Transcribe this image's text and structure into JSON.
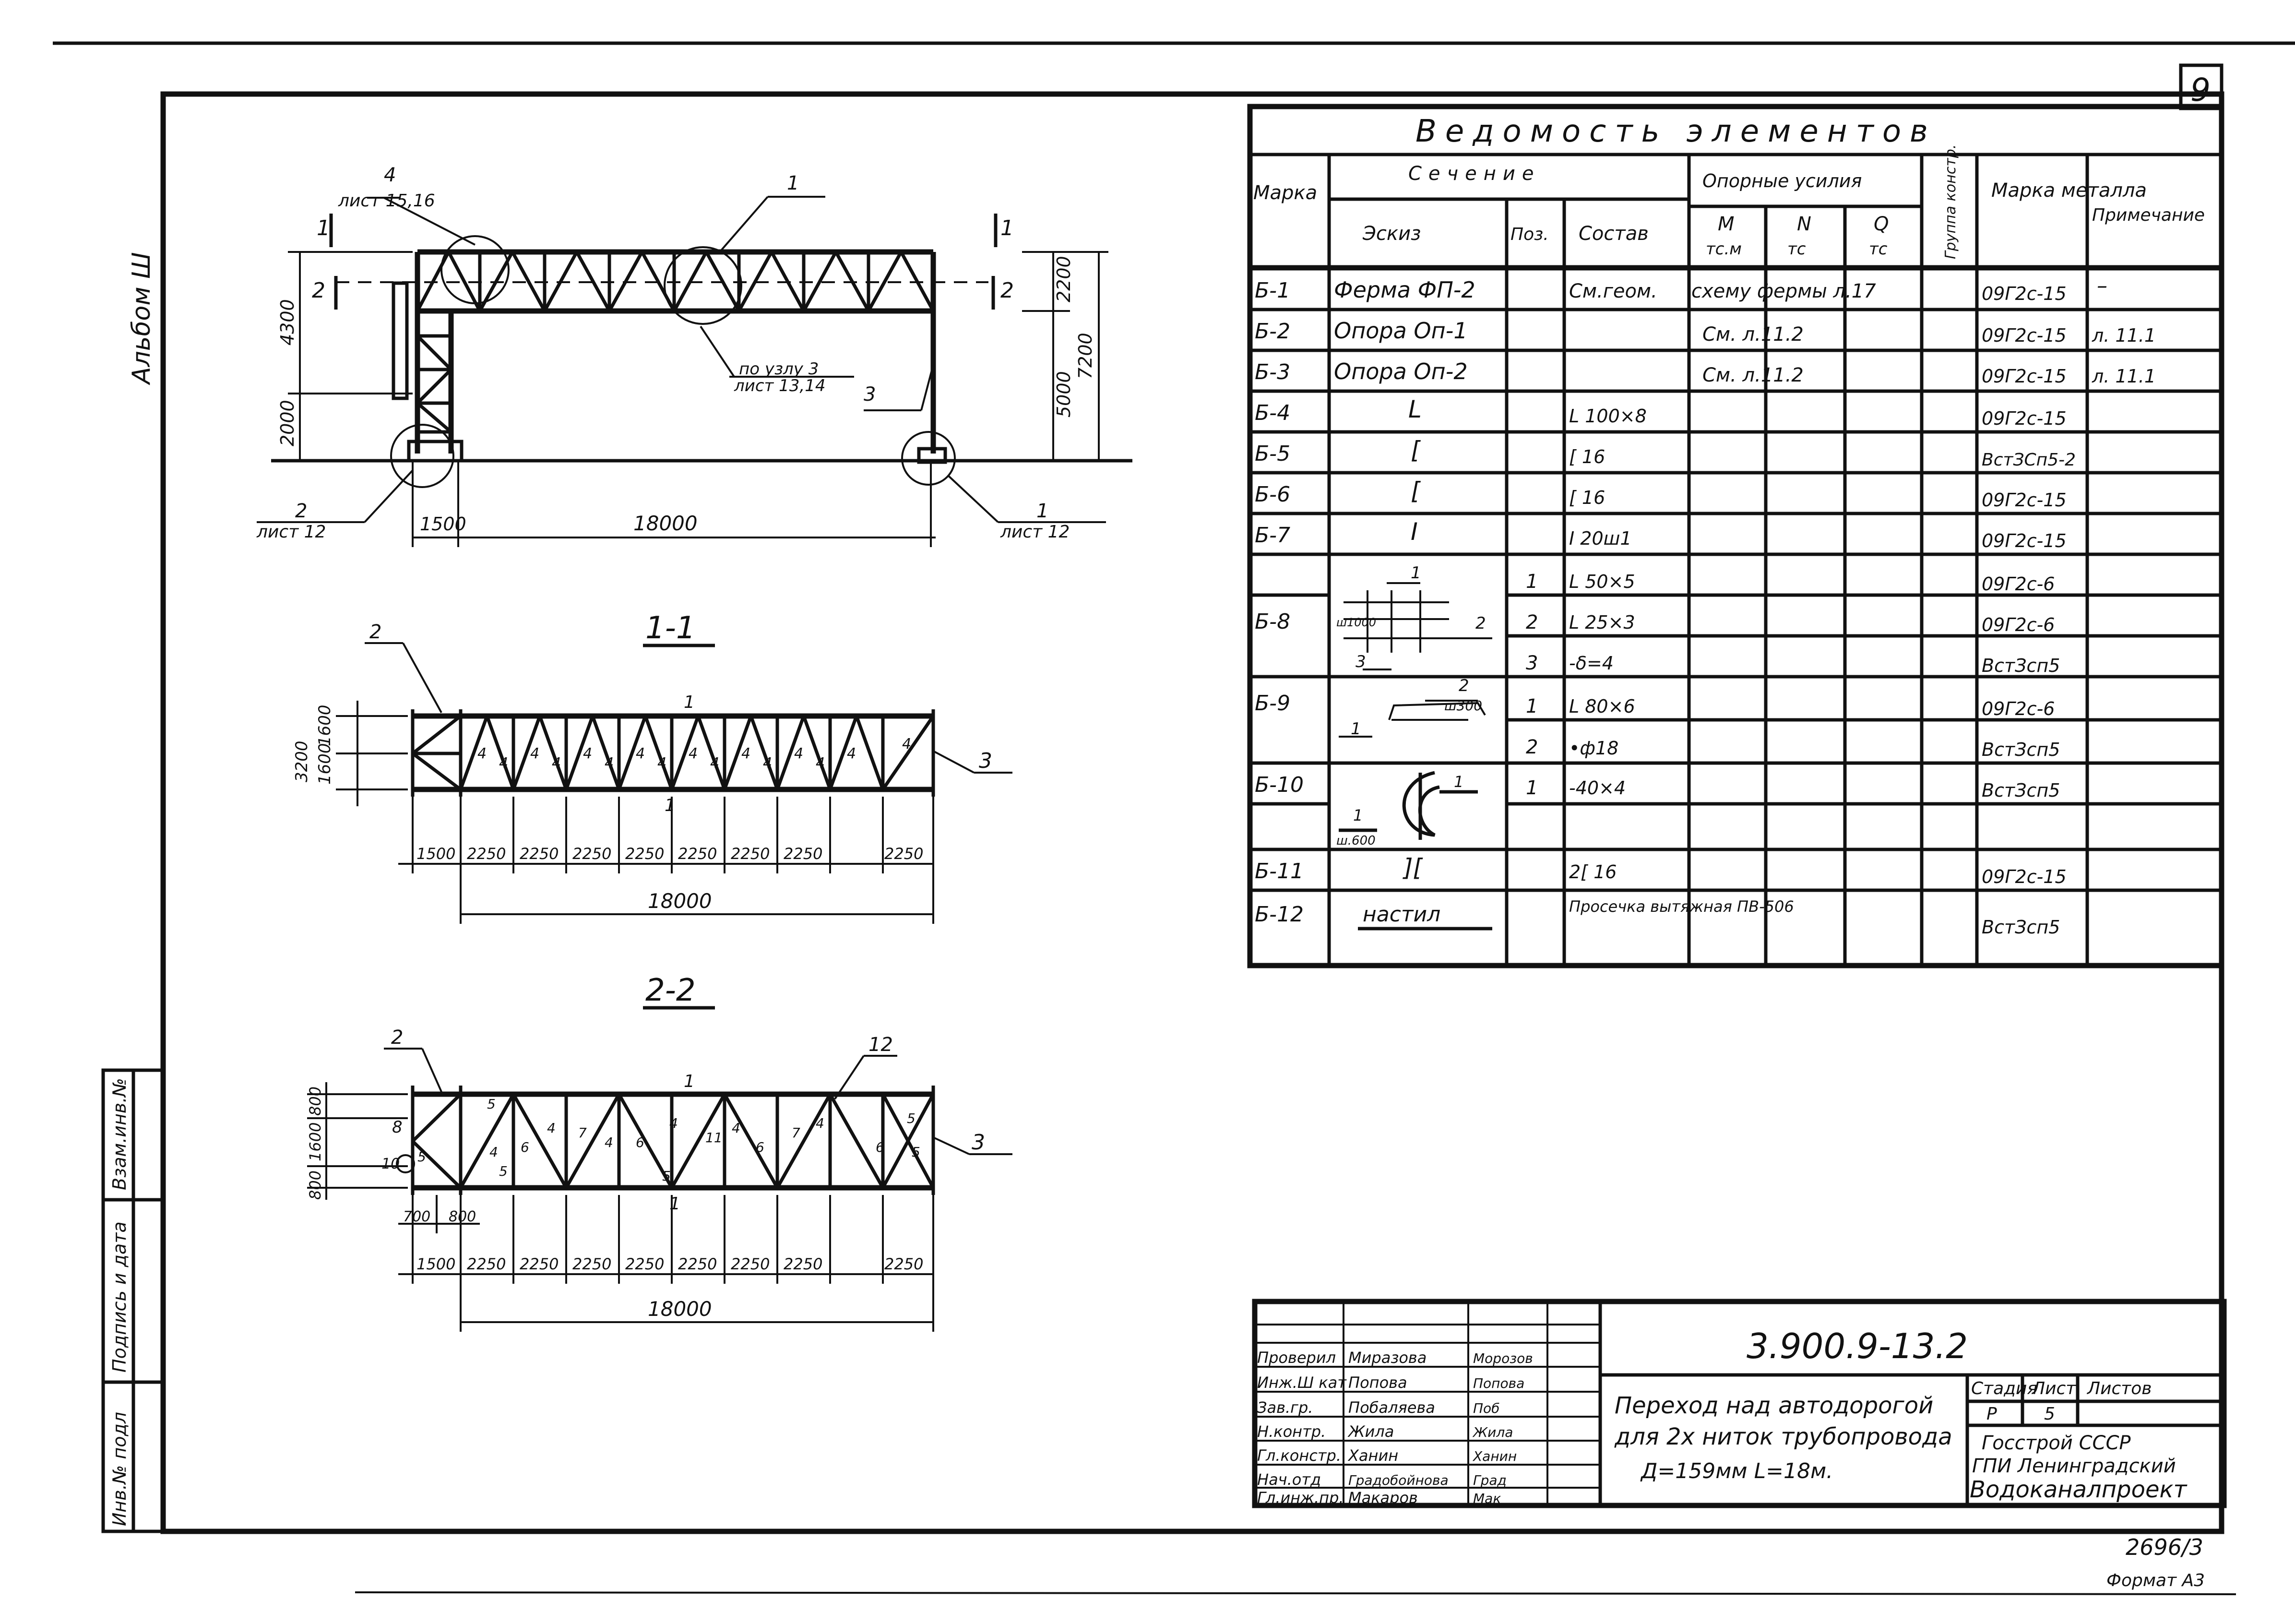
{
  "sheet": {
    "number": "9",
    "album": "Альбом Ш",
    "album_side_labels": [
      "Взам.инв.№",
      "Подпись и дата",
      "Инв.№ подл"
    ],
    "bottom_codes": [
      "2696/3",
      "Формат А3"
    ]
  },
  "elevation": {
    "callouts": [
      "4",
      "лист 15,16",
      "1",
      "по узлу 3",
      "лист 13,14",
      "3",
      "2",
      "лист 12",
      "1",
      "лист 12"
    ],
    "section_marks": [
      "1",
      "1",
      "2",
      "2"
    ],
    "dims_left": [
      "4300",
      "2000"
    ],
    "dims_right": [
      "2200",
      "5000",
      "7200"
    ],
    "dims_bottom": [
      "1500",
      "18000"
    ]
  },
  "section11": {
    "title": "1-1",
    "callouts": [
      "2",
      "1",
      "1",
      "3"
    ],
    "dims_left": [
      "3200",
      "1600",
      "1600"
    ],
    "member_marks": [
      "4"
    ],
    "panel_dims": [
      "1500",
      "2250",
      "2250",
      "2250",
      "2250",
      "2250",
      "2250",
      "2250",
      "2250"
    ],
    "total": "18000"
  },
  "section22": {
    "title": "2-2",
    "callouts": [
      "2",
      "12",
      "1",
      "1",
      "3",
      "8",
      "10"
    ],
    "dims_left": [
      "800",
      "1600",
      "800"
    ],
    "member_marks": [
      "5",
      "4",
      "6",
      "7",
      "11"
    ],
    "small_dims": [
      "700",
      "800"
    ],
    "panel_dims": [
      "1500",
      "2250",
      "2250",
      "2250",
      "2250",
      "2250",
      "2250",
      "2250",
      "2250"
    ],
    "total": "18000"
  },
  "table": {
    "title": "Ведомость элементов",
    "head": {
      "mark": "Марка",
      "section": "Сечение",
      "sketch": "Эскиз",
      "pos": "Поз.",
      "comp": "Состав",
      "forces": "Опорные усилия",
      "m": "М",
      "m_u": "тс.м",
      "n": "N",
      "n_u": "тс",
      "q": "Q",
      "q_u": "тс",
      "group": "Группа констр.",
      "steel": "Марка металла",
      "note": "Примечание"
    },
    "rows": [
      {
        "mark": "Б-1",
        "sketch": "Ферма ФП-2",
        "pos": "",
        "comp": "См.геом.",
        "forces": "схему фермы л.17",
        "steel": "09Г2с-15",
        "note": "–"
      },
      {
        "mark": "Б-2",
        "sketch": "Опора Оп-1",
        "pos": "",
        "comp": "",
        "forces": "См. л.11.2",
        "steel": "09Г2с-15",
        "note": "л. 11.1"
      },
      {
        "mark": "Б-3",
        "sketch": "Опора Оп-2",
        "pos": "",
        "comp": "",
        "forces": "См. л.11.2",
        "steel": "09Г2с-15",
        "note": "л. 11.1"
      },
      {
        "mark": "Б-4",
        "sketch": "L",
        "pos": "",
        "comp": "L 100×8",
        "forces": "",
        "steel": "09Г2с-15",
        "note": ""
      },
      {
        "mark": "Б-5",
        "sketch": "[",
        "pos": "",
        "comp": "[ 16",
        "forces": "",
        "steel": "ВстЗСп5-2",
        "note": ""
      },
      {
        "mark": "Б-6",
        "sketch": "[",
        "pos": "",
        "comp": "[ 16",
        "forces": "",
        "steel": "09Г2с-15",
        "note": ""
      },
      {
        "mark": "Б-7",
        "sketch": "I",
        "pos": "",
        "comp": "I 20ш1",
        "forces": "",
        "steel": "09Г2с-15",
        "note": ""
      },
      {
        "mark": "",
        "sketch": "",
        "pos": "1",
        "comp": "L 50×5",
        "forces": "",
        "steel": "09Г2с-6",
        "note": ""
      },
      {
        "mark": "Б-8",
        "sketch": "",
        "pos": "2",
        "comp": "L 25×3",
        "forces": "",
        "steel": "09Г2с-6",
        "note": ""
      },
      {
        "mark": "",
        "sketch": "",
        "pos": "3",
        "comp": "-δ=4",
        "forces": "",
        "steel": "ВстЗсп5",
        "note": ""
      },
      {
        "mark": "Б-9",
        "sketch": "",
        "pos": "1",
        "comp": "L 80×6",
        "forces": "",
        "steel": "09Г2с-6",
        "note": ""
      },
      {
        "mark": "",
        "sketch": "",
        "pos": "2",
        "comp": "•ф18",
        "forces": "",
        "steel": "ВстЗсп5",
        "note": ""
      },
      {
        "mark": "Б-10",
        "sketch": "",
        "pos": "1",
        "comp": "-40×4",
        "forces": "",
        "steel": "ВстЗсп5",
        "note": ""
      },
      {
        "mark": "",
        "sketch": "",
        "pos": "",
        "comp": "",
        "forces": "",
        "steel": "",
        "note": ""
      },
      {
        "mark": "Б-11",
        "sketch": "][",
        "pos": "",
        "comp": "2[ 16",
        "forces": "",
        "steel": "09Г2с-15",
        "note": ""
      },
      {
        "mark": "Б-12",
        "sketch": "настил",
        "pos": "",
        "comp": "Просечка вытяжная ПВ-506",
        "forces": "",
        "steel": "ВстЗсп5",
        "note": ""
      }
    ],
    "sketch_labels": {
      "b8": [
        "1",
        "2",
        "3",
        "ш1000"
      ],
      "b9": [
        "2",
        "ш300",
        "1"
      ],
      "b10": [
        "1",
        "1",
        "ш.600"
      ]
    }
  },
  "stamp": {
    "code": "3.900.9-13.2",
    "title_lines": [
      "Переход над автодорогой",
      "для 2х ниток трубопровода",
      "Д=159мм  L=18м."
    ],
    "stage_head": "Стадия",
    "sheet_head": "Лист",
    "sheets_head": "Листов",
    "stage": "Р",
    "sheet": "5",
    "sheets": "",
    "org_lines": [
      "Госстрой СССР",
      "ГПИ Ленинградский",
      "Водоканалпроект"
    ],
    "people": [
      {
        "role": "Проверил",
        "name": "Миразова",
        "sign": "Морозов"
      },
      {
        "role": "Инж.Ш кат",
        "name": "Попова",
        "sign": "Попова"
      },
      {
        "role": "Зав.гр.",
        "name": "Побаляева",
        "sign": "Поб"
      },
      {
        "role": "Н.контр.",
        "name": "Жила",
        "sign": "Жила"
      },
      {
        "role": "Гл.констр.",
        "name": "Ханин",
        "sign": "Ханин"
      },
      {
        "role": "Нач.отд",
        "name": "Градобойнова",
        "sign": "Град"
      },
      {
        "role": "Гл.инж.пр.",
        "name": "Макаров",
        "sign": "Мак"
      }
    ]
  }
}
